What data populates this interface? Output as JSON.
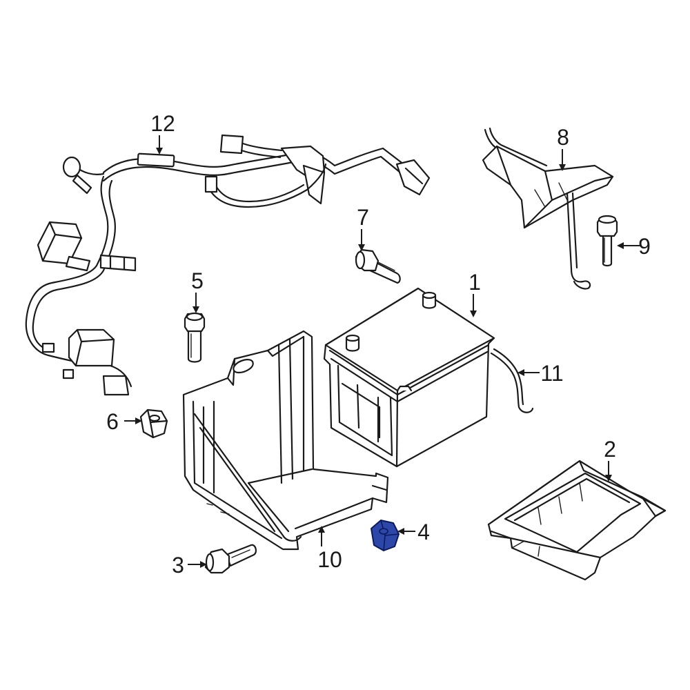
{
  "colors": {
    "line": "#1a1a1a",
    "highlight_fill": "#2d47a8",
    "highlight_stroke": "#0b1a5c",
    "background": "#ffffff"
  },
  "callouts": {
    "c1": "1",
    "c2": "2",
    "c3": "3",
    "c4": "4",
    "c5": "5",
    "c6": "6",
    "c7": "7",
    "c8": "8",
    "c9": "9",
    "c10": "10",
    "c11": "11",
    "c12": "12"
  },
  "highlighted_part": "4"
}
